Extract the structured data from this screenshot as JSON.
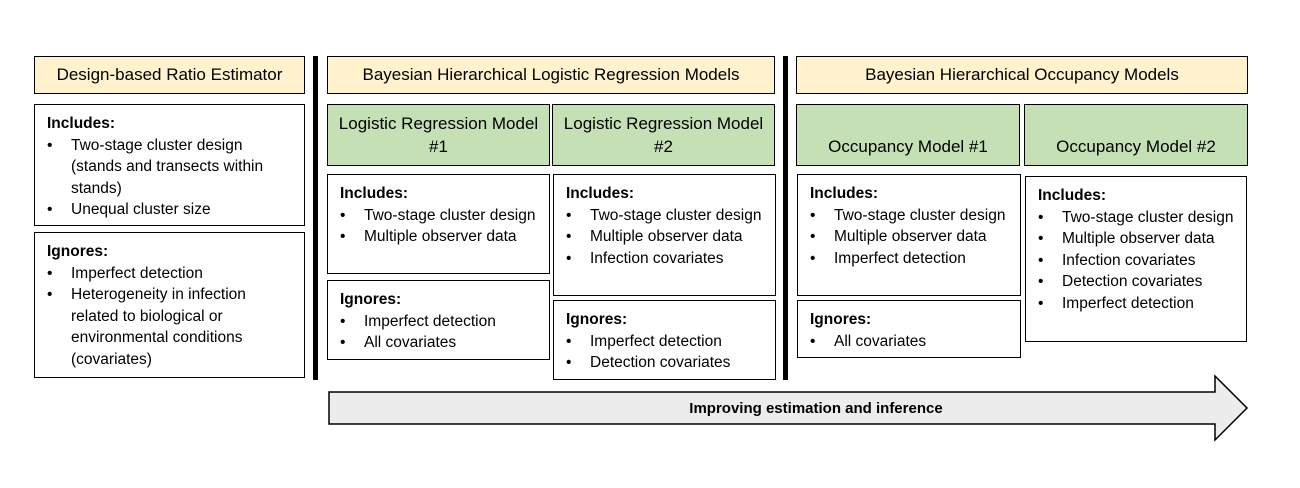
{
  "sections": {
    "design_based": {
      "title": "Design-based Ratio Estimator",
      "includes": {
        "label": "Includes:",
        "items": [
          "Two-stage cluster design (stands and transects within stands)",
          "Unequal cluster size"
        ]
      },
      "ignores": {
        "label": "Ignores:",
        "items": [
          "Imperfect detection",
          "Heterogeneity in infection related to biological or environmental conditions (covariates)"
        ]
      }
    },
    "logistic": {
      "title": "Bayesian Hierarchical Logistic Regression Models",
      "model1": {
        "title": "Logistic Regression Model #1",
        "includes": {
          "label": "Includes:",
          "items": [
            "Two-stage cluster design",
            "Multiple observer data"
          ]
        },
        "ignores": {
          "label": "Ignores:",
          "items": [
            "Imperfect detection",
            "All covariates"
          ]
        }
      },
      "model2": {
        "title": "Logistic Regression Model #2",
        "includes": {
          "label": "Includes:",
          "items": [
            "Two-stage cluster design",
            "Multiple observer data",
            "Infection covariates"
          ]
        },
        "ignores": {
          "label": "Ignores:",
          "items": [
            "Imperfect detection",
            "Detection covariates"
          ]
        }
      }
    },
    "occupancy": {
      "title": "Bayesian Hierarchical Occupancy Models",
      "model1": {
        "title": "Occupancy Model #1",
        "includes": {
          "label": "Includes:",
          "items": [
            "Two-stage cluster design",
            "Multiple observer data",
            "Imperfect detection"
          ]
        },
        "ignores": {
          "label": "Ignores:",
          "items": [
            "All covariates"
          ]
        }
      },
      "model2": {
        "title": "Occupancy Model #2",
        "includes": {
          "label": "Includes:",
          "items": [
            "Two-stage cluster design",
            "Multiple observer data",
            "Infection covariates",
            "Detection covariates",
            "Imperfect detection"
          ]
        }
      }
    }
  },
  "arrow_label": "Improving estimation and inference",
  "colors": {
    "header_fill": "#fff2cc",
    "model_fill": "#c5e0b4",
    "arrow_fill": "#ececec"
  }
}
